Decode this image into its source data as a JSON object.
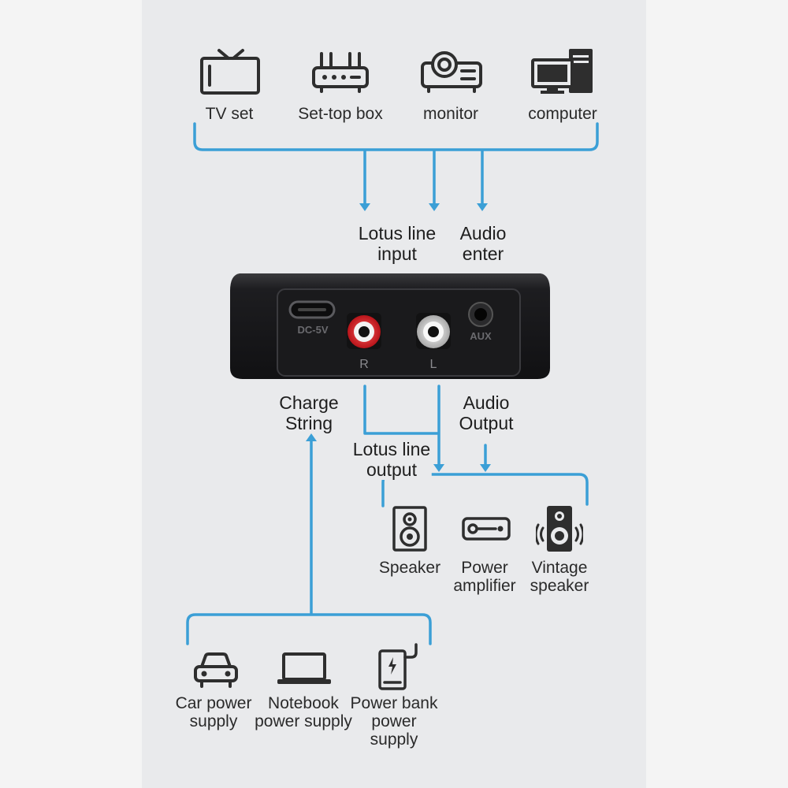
{
  "sources": {
    "tv": "TV set",
    "settop": "Set-top box",
    "monitor": "monitor",
    "computer": "computer"
  },
  "inputs": {
    "lotus_line_input": [
      "Lotus line",
      "input"
    ],
    "audio_enter": [
      "Audio",
      "enter"
    ]
  },
  "device": {
    "dc_label": "DC-5V",
    "r_label": "R",
    "l_label": "L",
    "aux_label": "AUX"
  },
  "outputs": {
    "charge_string": [
      "Charge",
      "String"
    ],
    "audio_output": [
      "Audio",
      "Output"
    ],
    "lotus_line_output": [
      "Lotus line",
      "output"
    ]
  },
  "sinks": {
    "speaker": "Speaker",
    "power_amplifier": [
      "Power",
      "amplifier"
    ],
    "vintage_speaker": [
      "Vintage",
      "speaker"
    ]
  },
  "power": {
    "car": [
      "Car power",
      "supply"
    ],
    "notebook": [
      "Notebook",
      "power supply"
    ],
    "powerbank": [
      "Power bank",
      "power",
      "supply"
    ]
  },
  "colors": {
    "line": "#3b9fd6",
    "icon": "#2e2e2e",
    "device_body": "#1b1b1d",
    "rca_red": "#d9262c",
    "rca_white": "#e8e8e8"
  }
}
